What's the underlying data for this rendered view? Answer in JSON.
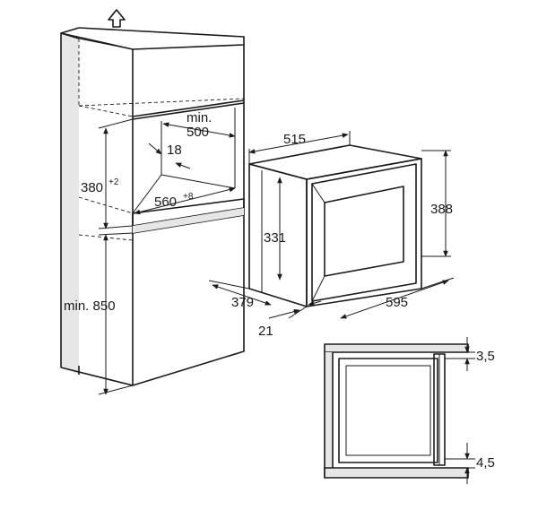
{
  "dimensions": {
    "min_label": "min.",
    "depth_min": "500",
    "gap_18": "18",
    "height_380": "380",
    "height_380_tol": "+2",
    "width_560": "560",
    "width_560_tol": "+8",
    "cabinet_min_label": "min. 850",
    "oven_depth_515": "515",
    "oven_height_388": "388",
    "oven_body_331": "331",
    "oven_depth_379": "379",
    "front_21": "21",
    "oven_width_595": "595",
    "gap_3_5": "3,5",
    "gap_4_5": "4,5"
  },
  "icons": {
    "up_arrow": "arrow-up-icon"
  }
}
